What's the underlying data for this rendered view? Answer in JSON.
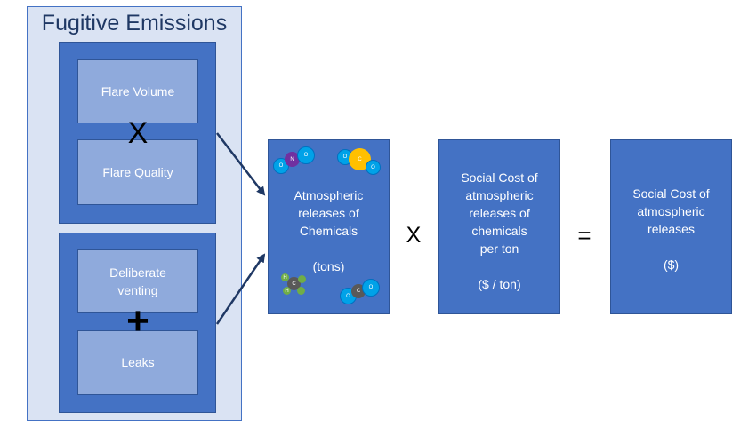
{
  "panel": {
    "title": "Fugitive Emissions"
  },
  "flare_group": {
    "volume_label": "Flare Volume",
    "operator": "X",
    "quality_label": "Flare Quality"
  },
  "venting_group": {
    "venting_label_line1": "Deliberate",
    "venting_label_line2": "venting",
    "operator": "+",
    "leaks_label": "Leaks"
  },
  "releases_box": {
    "lines": [
      "Atmospheric",
      "releases of",
      "Chemicals"
    ],
    "unit": "(tons)"
  },
  "multiply_operator": "X",
  "cost_box": {
    "lines": [
      "Social Cost of",
      "atmospheric",
      "releases of",
      "chemicals",
      "per ton"
    ],
    "unit": "($ / ton)"
  },
  "equals_operator": "=",
  "result_box": {
    "lines": [
      "Social Cost of",
      "atmospheric",
      "releases"
    ],
    "unit": "($)"
  },
  "molecules": {
    "no2": [
      "O",
      "N",
      "O"
    ],
    "co2": [
      "O",
      "C",
      "O"
    ],
    "ch4": [
      "H",
      "C",
      "H"
    ],
    "co2_b": [
      "O",
      "C",
      "O"
    ]
  },
  "colors": {
    "panel_bg": "#dae3f3",
    "box_blue": "#4472c4",
    "inner_blue": "#8faadc",
    "title_navy": "#1f3864",
    "arrow": "#1f3864"
  }
}
